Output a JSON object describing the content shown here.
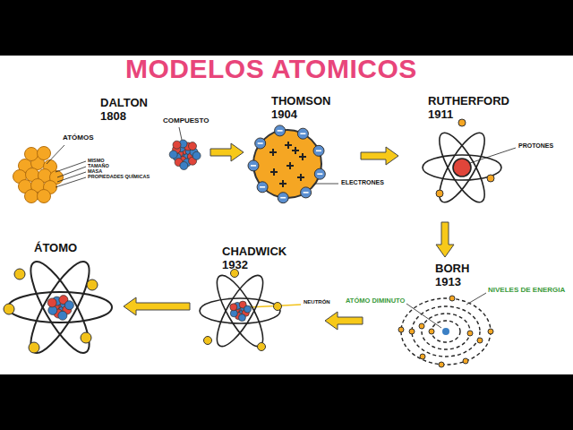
{
  "diagram": {
    "title": "MODELOS ATOMICOS",
    "nodes": [
      {
        "text": [
          "DALTON",
          "1808"
        ]
      },
      {
        "text": [
          "THOMSON",
          "1904"
        ]
      },
      {
        "text": [
          "RUTHERFORD",
          "1911"
        ]
      },
      {
        "text": [
          "BORH",
          "1913"
        ]
      },
      {
        "text": [
          "CHADWICK",
          "1932"
        ]
      },
      {
        "text": [
          "ÁTOMO"
        ]
      }
    ],
    "edges": [
      {
        "from": 0,
        "to": 1,
        "arrow": "to"
      },
      {
        "from": 1,
        "to": 2,
        "arrow": "to"
      },
      {
        "from": 2,
        "to": 3,
        "arrow": "to"
      },
      {
        "from": 3,
        "to": 4,
        "arrow": "to"
      },
      {
        "from": 4,
        "to": 5,
        "arrow": "to"
      }
    ],
    "labels": [
      "ATÓMOS",
      "MISMO",
      "TAMAÑO",
      "MASA",
      "PROPIEDADES QUÍMICAS",
      "COMPUESTO",
      "ELECTRONES",
      "PROTONES",
      "ATÓMO DIMINUTO",
      "NIVELES DE ENERGIA",
      "NEUTRÓN"
    ]
  }
}
